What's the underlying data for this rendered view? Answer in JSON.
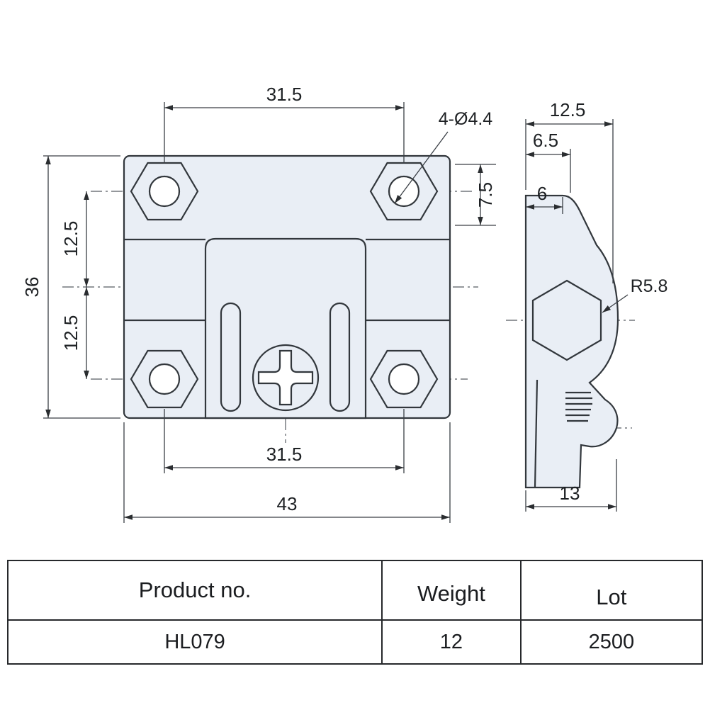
{
  "drawing": {
    "dimensions": {
      "top_hole_spacing": "31.5",
      "hole_callout": "4-Ø4.4",
      "side_depth": "12.5",
      "side_hex_offset": "6.5",
      "edge_to_hole": "7.5",
      "flange_width": "6",
      "plate_height": "36",
      "upper_hole_to_center": "12.5",
      "center_to_lower_hole": "12.5",
      "hex_radius": "R5.8",
      "bottom_hole_spacing": "31.5",
      "plate_width": "43",
      "side_base_width": "13"
    }
  },
  "table": {
    "headers": {
      "product": "Product no.",
      "weight": "Weight",
      "lot": "Lot"
    },
    "values": {
      "product": "HL079",
      "weight": "12",
      "lot": "2500"
    }
  }
}
